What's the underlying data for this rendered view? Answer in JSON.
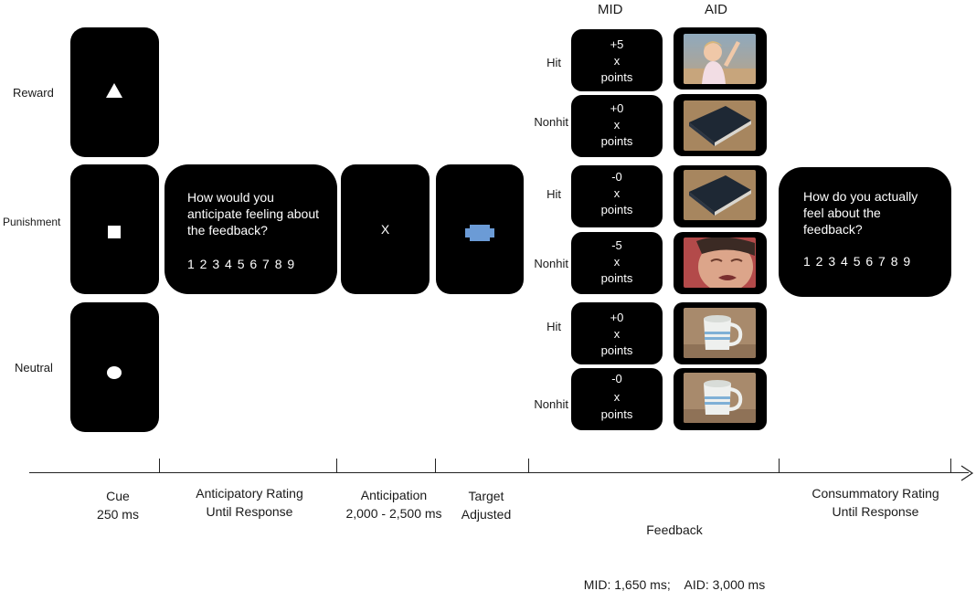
{
  "columns": {
    "mid": "MID",
    "aid": "AID"
  },
  "cue_rows": {
    "reward": "Reward",
    "punishment": "Punishment",
    "neutral": "Neutral"
  },
  "anticipatory_rating": {
    "question": "How would you anticipate feeling about the feedback?",
    "scale": "1 2 3 4 5 6 7 8 9"
  },
  "anticipation_symbol": "X",
  "feedback_rows": [
    {
      "label": "Hit",
      "points": [
        "+5",
        "x",
        "points"
      ],
      "image": "smiling-child-photo"
    },
    {
      "label": "Nonhit",
      "points": [
        "+0",
        "x",
        "points"
      ],
      "image": "closed-notebook-photo"
    },
    {
      "label": "Hit",
      "points": [
        "-0",
        "x",
        "points"
      ],
      "image": "closed-notebook-photo"
    },
    {
      "label": "Nonhit",
      "points": [
        "-5",
        "x",
        "points"
      ],
      "image": "crying-woman-photo"
    },
    {
      "label": "Hit",
      "points": [
        "+0",
        "x",
        "points"
      ],
      "image": "mug-photo"
    },
    {
      "label": "Nonhit",
      "points": [
        "-0",
        "x",
        "points"
      ],
      "image": "mug-photo"
    }
  ],
  "consummatory_rating": {
    "question": "How do you actually feel about the feedback?",
    "scale": "1 2 3 4 5 6 7 8 9"
  },
  "timeline": [
    {
      "line1": "Cue",
      "line2": "250 ms"
    },
    {
      "line1": "Anticipatory Rating",
      "line2": "Until Response"
    },
    {
      "line1": "Anticipation",
      "line2": "2,000 - 2,500 ms"
    },
    {
      "line1": "Target",
      "line2": "Adjusted"
    },
    {
      "line1": "Feedback",
      "line2": "MID: 1,650 ms;    AID: 3,000 ms"
    },
    {
      "line1": "Consummatory Rating",
      "line2": "Until Response"
    }
  ],
  "colors": {
    "screen": "#000000",
    "target": "#6b9bd6",
    "text_on_screen": "#ffffff"
  }
}
